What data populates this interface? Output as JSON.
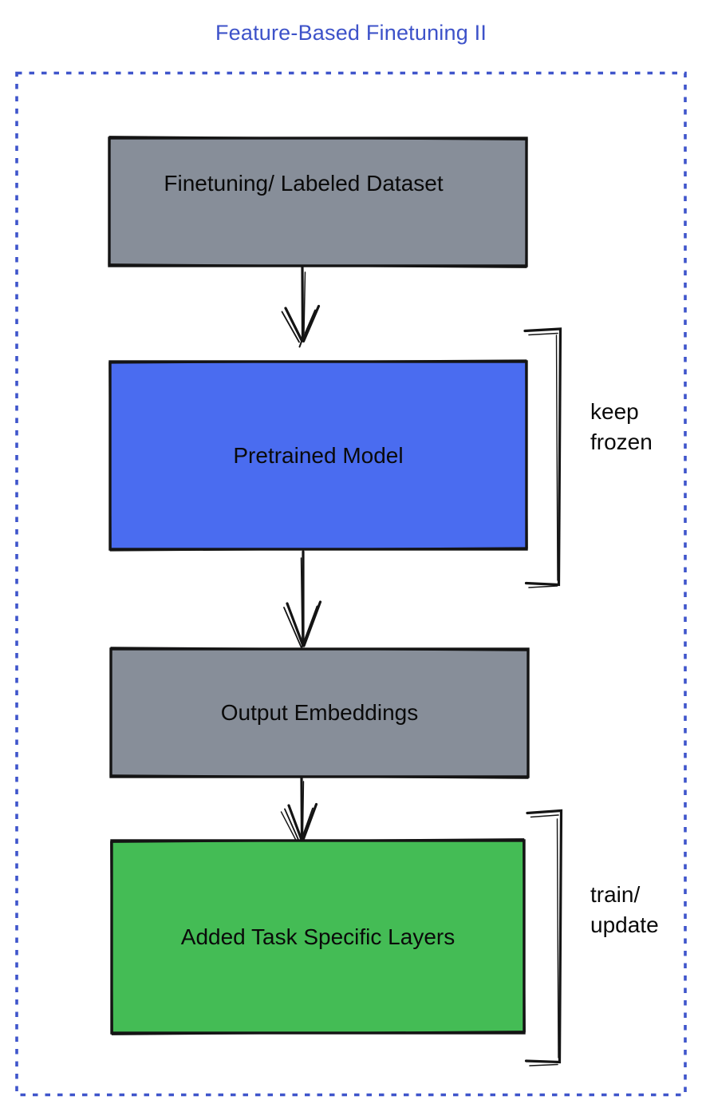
{
  "title": "Feature-Based Finetuning II",
  "colors": {
    "title_blue": "#3d52c9",
    "dotted_border_blue": "#3f55cb",
    "box_gray": "#878e99",
    "box_blue": "#4a6cf0",
    "box_green": "#44bc55",
    "sketch_stroke": "#141414",
    "label_text": "#0a0a0a"
  },
  "boxes": [
    {
      "id": "finetuning-dataset",
      "label": "Finetuning/ Labeled Dataset"
    },
    {
      "id": "pretrained-model",
      "label": "Pretrained Model"
    },
    {
      "id": "output-embeddings",
      "label": "Output Embeddings"
    },
    {
      "id": "added-task-layers",
      "label": "Added Task Specific Layers"
    }
  ],
  "annotations": [
    {
      "id": "keep-frozen",
      "lines": [
        "keep",
        "frozen"
      ]
    },
    {
      "id": "train-update",
      "lines": [
        "train/",
        "update"
      ]
    }
  ]
}
